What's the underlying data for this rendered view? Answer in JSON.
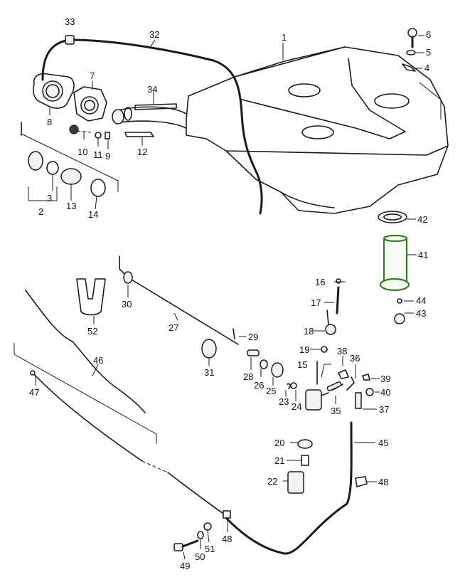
{
  "figure": {
    "callouts": [
      {
        "id": "c1",
        "label": "1"
      },
      {
        "id": "c2",
        "label": "2"
      },
      {
        "id": "c3",
        "label": "3"
      },
      {
        "id": "c4",
        "label": "4"
      },
      {
        "id": "c5",
        "label": "5"
      },
      {
        "id": "c6",
        "label": "6"
      },
      {
        "id": "c7",
        "label": "7"
      },
      {
        "id": "c8",
        "label": "8"
      },
      {
        "id": "c9",
        "label": "9"
      },
      {
        "id": "c10",
        "label": "10"
      },
      {
        "id": "c11",
        "label": "11"
      },
      {
        "id": "c12",
        "label": "12"
      },
      {
        "id": "c13",
        "label": "13"
      },
      {
        "id": "c14",
        "label": "14"
      },
      {
        "id": "c15",
        "label": "15"
      },
      {
        "id": "c16",
        "label": "16"
      },
      {
        "id": "c17",
        "label": "17"
      },
      {
        "id": "c18",
        "label": "18"
      },
      {
        "id": "c19",
        "label": "19"
      },
      {
        "id": "c20",
        "label": "20"
      },
      {
        "id": "c21",
        "label": "21"
      },
      {
        "id": "c22",
        "label": "22"
      },
      {
        "id": "c23",
        "label": "23"
      },
      {
        "id": "c24",
        "label": "24"
      },
      {
        "id": "c25",
        "label": "25"
      },
      {
        "id": "c26",
        "label": "26"
      },
      {
        "id": "c27",
        "label": "27"
      },
      {
        "id": "c28",
        "label": "28"
      },
      {
        "id": "c29",
        "label": "29"
      },
      {
        "id": "c30",
        "label": "30"
      },
      {
        "id": "c31",
        "label": "31"
      },
      {
        "id": "c32",
        "label": "32"
      },
      {
        "id": "c33",
        "label": "33"
      },
      {
        "id": "c34",
        "label": "34"
      },
      {
        "id": "c35",
        "label": "35"
      },
      {
        "id": "c36",
        "label": "36"
      },
      {
        "id": "c37",
        "label": "37"
      },
      {
        "id": "c38",
        "label": "38"
      },
      {
        "id": "c39",
        "label": "39"
      },
      {
        "id": "c40",
        "label": "40"
      },
      {
        "id": "c41",
        "label": "41"
      },
      {
        "id": "c42",
        "label": "42"
      },
      {
        "id": "c43",
        "label": "43"
      },
      {
        "id": "c44",
        "label": "44"
      },
      {
        "id": "c45",
        "label": "45"
      },
      {
        "id": "c46",
        "label": "46"
      },
      {
        "id": "c47",
        "label": "47"
      },
      {
        "id": "c48",
        "label": "48"
      },
      {
        "id": "c49",
        "label": "49"
      },
      {
        "id": "c50",
        "label": "50"
      },
      {
        "id": "c51",
        "label": "51"
      },
      {
        "id": "c52",
        "label": "52"
      }
    ],
    "colors": {
      "line": "#1a1a1a",
      "highlight": "#2f7d1e",
      "background": "#ffffff"
    }
  }
}
